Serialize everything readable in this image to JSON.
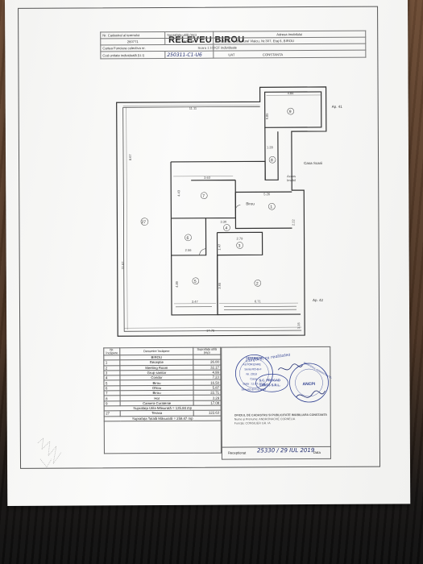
{
  "document": {
    "title": "RELEVEU BIROU",
    "scale": "Scara 1:100"
  },
  "header_table": {
    "r1": [
      "Nr. Cadastral al terenului",
      "Suprafața utilă (mp)",
      "Adresa imobilului"
    ],
    "r2": [
      "260771",
      "135.84",
      "Constanța, B-dul Aurel Vlaicu, Nr.307, Etaj 6, BIROU"
    ],
    "r3_label": "Cartea Funciara colectiva nr.",
    "r3_right": "CF individuale",
    "r4_label": "Cod unitate individuală (U.I)",
    "r4_value": "250311-C1-U6",
    "r4_uat_label": "UAT",
    "r4_uat_value": "CONSTANTA"
  },
  "plan": {
    "dims": {
      "top_width": "11.11",
      "room9_width": "4.84",
      "room9_height": "6.85",
      "left_height": "8.67",
      "left_total": "11.62",
      "room8_h": "1.28",
      "room7_w": "3.63",
      "room7_h": "4.43",
      "corr_w": "3.30",
      "room1_w": "5.26",
      "room1_h": "2.22",
      "room6_w": "2.56",
      "room3_w": "2.79",
      "room3_h": "1.47",
      "room5_h": "4.89",
      "room5_w": "3.47",
      "room2_w": "6.71",
      "mid_h": "3.65",
      "bottom_width": "14.76",
      "right_h": "1.15"
    },
    "rooms": [
      "9",
      "8",
      "7",
      "1",
      "4",
      "6",
      "3",
      "5",
      "2",
      "27"
    ],
    "labels": {
      "ap41": "Ap. 41",
      "casa_scarii": "Casa Scarii",
      "acces": "Acces",
      "imobil": "Imobil",
      "birou": "Birou",
      "ap42": "Ap. 42"
    }
  },
  "rooms_table": {
    "h_no": "Nr. încăpere",
    "h_name": "Denumire încăpere",
    "h_area": "Suprafața utilă (mp)",
    "section": "BIROU",
    "rows": [
      {
        "no": "1",
        "name": "Receptie",
        "area": "26.00"
      },
      {
        "no": "2",
        "name": "Meeting Room",
        "area": "32.17"
      },
      {
        "no": "3",
        "name": "Grup sanitar",
        "area": "4.99"
      },
      {
        "no": "4",
        "name": "Coridor",
        "area": "7.23"
      },
      {
        "no": "5",
        "name": "Birou",
        "area": "16.50"
      },
      {
        "no": "6",
        "name": "Oficiu",
        "area": "5.87"
      },
      {
        "no": "7",
        "name": "Birou",
        "area": "22.71"
      },
      {
        "no": "8",
        "name": "Hol",
        "area": "3.29"
      },
      {
        "no": "9",
        "name": "Camera Curatenie",
        "area": "17.08"
      }
    ],
    "sum_useful": "Suprafața Utila Măsurată = 135.84 mp",
    "terrace_no": "27",
    "terrace_name": "Terasa",
    "terrace_area": "122.63",
    "sum_total": "Suprafața Totală Măsurată = 258.47 mp"
  },
  "stamp_box": {
    "certificate_seal": {
      "top": "CERTIFICAT",
      "line1": "AUTORIZARE",
      "line2": "Seria RO-B-F",
      "line3": "Nr. 2018",
      "line4": "Casa",
      "line5": "Data : 11.07.2018",
      "bottom": "Seria RO-B-F Nr. 2018"
    },
    "handwritten_note": "Conform cu realitatea",
    "firm_seal": {
      "line1": "S.C. PROGAD",
      "line2": "LIMITS S.R.L."
    },
    "ancpi_seal": {
      "ring": "MINISTERUL ADMINISTRATIEI SI INTERNELOR",
      "center": "ANCPI"
    },
    "ocpi": {
      "line1": "OFICIUL DE CADASTRU SI PUBLICITATE IMOBILIARA CONSTANTA",
      "line2": "Nume și Prenume: ANDRONACHE CORNELIA",
      "line3": "Funcția: CONSILIER GR. IA"
    },
    "receptionat_label": "Receptionat",
    "receptionat_value": "25330 / 29 IUL 2019",
    "data_label": "Data"
  },
  "colors": {
    "ink": "#333333",
    "seal_blue": "#2c3d8f",
    "wood": "#5a3f2c"
  }
}
